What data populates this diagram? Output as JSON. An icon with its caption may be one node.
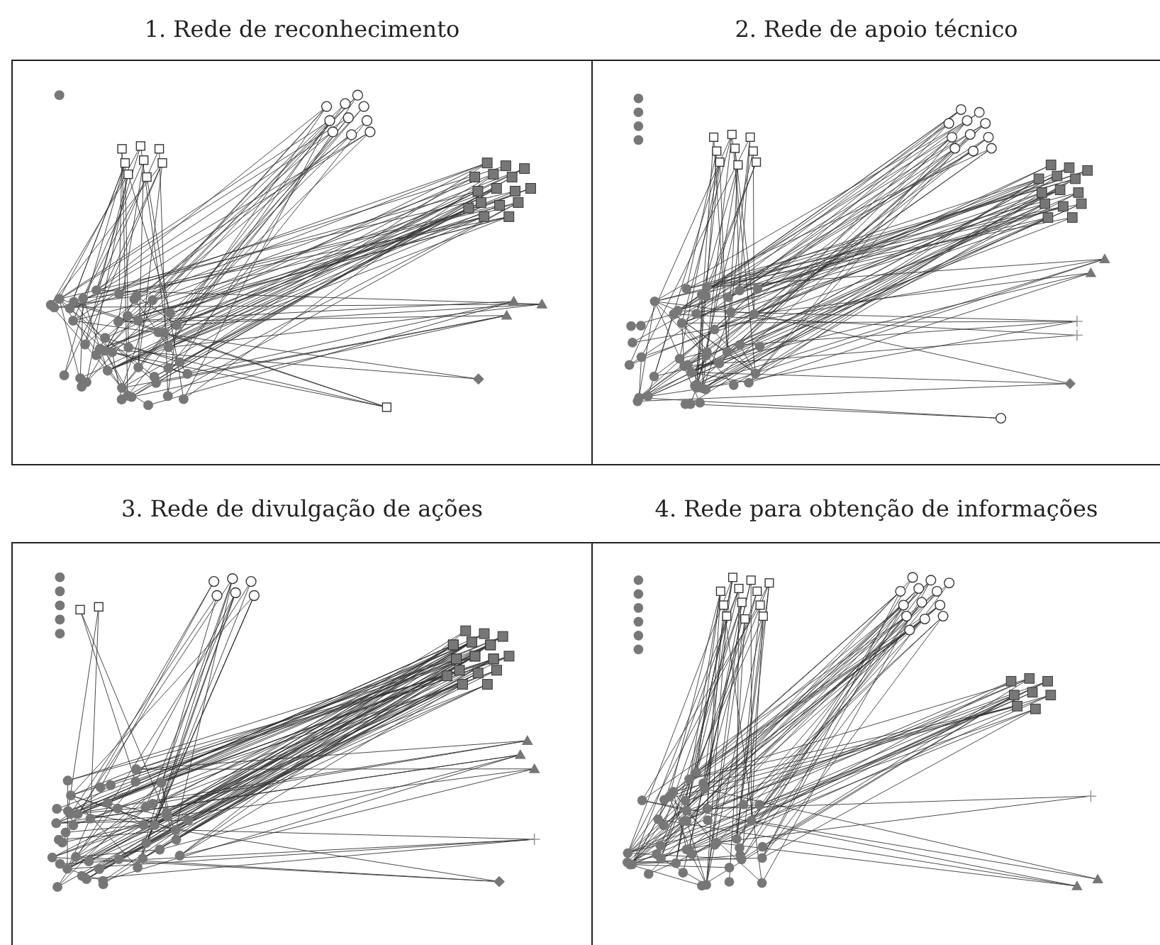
{
  "diagram": {
    "nodes": [
      {
        "text": [
          "1. Rede de reconhecimento"
        ]
      },
      {
        "text": [
          "2. Rede de apoio técnico"
        ]
      },
      {
        "text": [
          "3. Rede de divulgação de ações"
        ]
      },
      {
        "text": [
          "4.  Rede para obtenção de informações"
        ]
      }
    ]
  }
}
